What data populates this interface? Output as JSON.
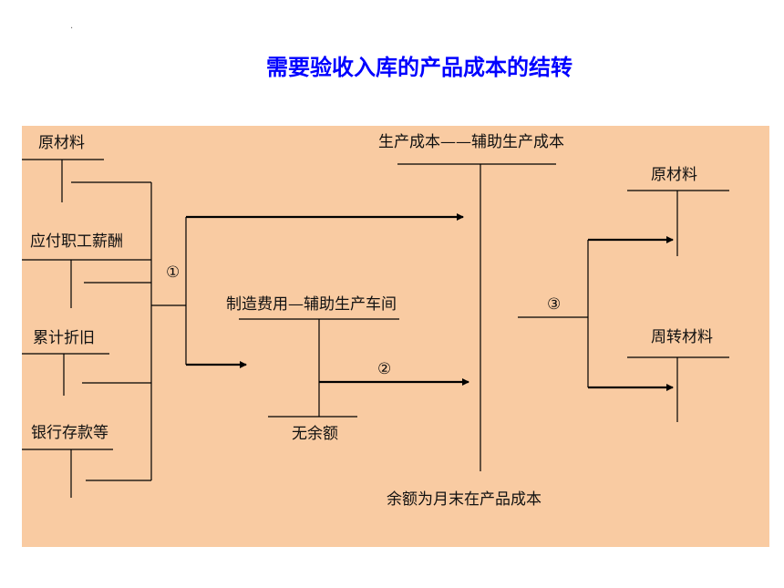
{
  "title": "需要验收入库的产品成本的结转",
  "dot": "·",
  "labels": {
    "raw_material_left": "原材料",
    "payroll": "应付职工薪酬",
    "depreciation": "累计折旧",
    "bank_deposit": "银行存款等",
    "production_cost": "生产成本——辅助生产成本",
    "manufacturing_overhead": "制造费用—辅助生产车间",
    "no_balance": "无余额",
    "balance_note": "余额为月末在产品成本",
    "raw_material_right": "原材料",
    "turnover_material": "周转材料"
  },
  "steps": {
    "one": "①",
    "two": "②",
    "three": "③"
  },
  "colors": {
    "title": "#0000ff",
    "panel_background": "#f9cba2",
    "line": "#000000"
  }
}
